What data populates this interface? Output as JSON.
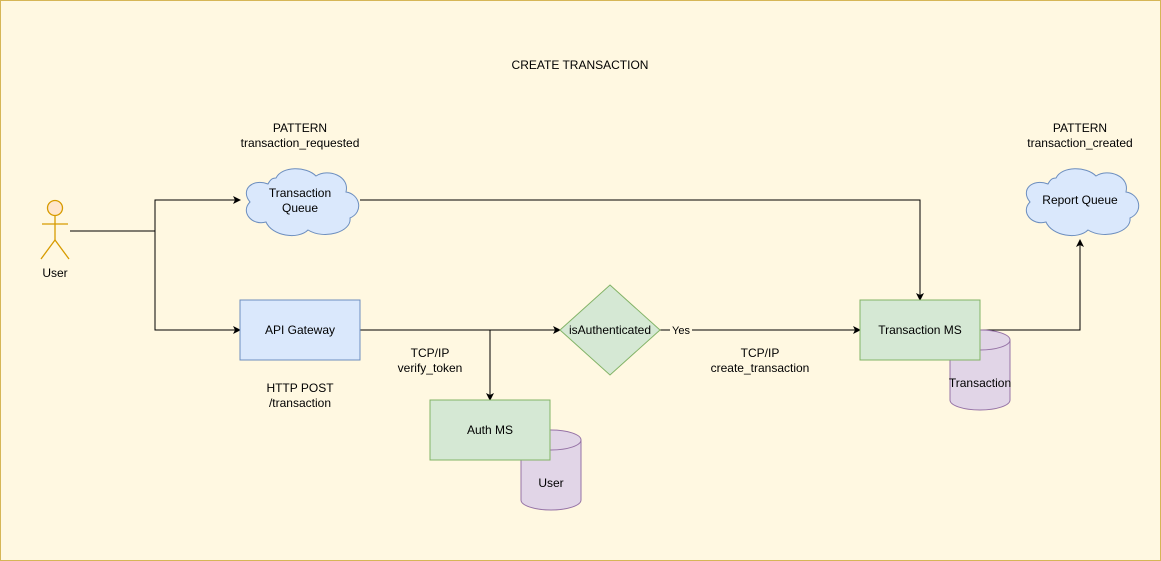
{
  "title": "CREATE TRANSACTION",
  "colors": {
    "background": "#fff8e1",
    "border": "#d6b656",
    "actor": "#d79b00",
    "actor_fill": "#ffe6cc",
    "cloud_fill": "#dae8fc",
    "cloud_stroke": "#6c8ebf",
    "service_fill": "#d5e8d4",
    "service_stroke": "#82b366",
    "db_fill": "#e1d5e7",
    "db_stroke": "#9673a6"
  },
  "actor": {
    "label": "User"
  },
  "nodes": {
    "transaction_queue": {
      "lines": [
        "Transaction",
        "Queue"
      ]
    },
    "report_queue": {
      "label": "Report Queue"
    },
    "api_gateway": {
      "label": "API Gateway"
    },
    "is_authenticated": {
      "label": "isAuthenticated"
    },
    "transaction_ms": {
      "label": "Transaction MS"
    },
    "auth_ms": {
      "label": "Auth MS"
    },
    "transaction_db": {
      "label": "Transaction"
    },
    "user_db": {
      "label": "User"
    }
  },
  "annotations": {
    "pattern_requested": [
      "PATTERN",
      "transaction_requested"
    ],
    "pattern_created": [
      "PATTERN",
      "transaction_created"
    ],
    "http_post": [
      "HTTP POST",
      "/transaction"
    ],
    "tcp_verify": [
      "TCP/IP",
      "verify_token"
    ],
    "tcp_create": [
      "TCP/IP",
      "create_transaction"
    ],
    "yes_label": "Yes"
  }
}
